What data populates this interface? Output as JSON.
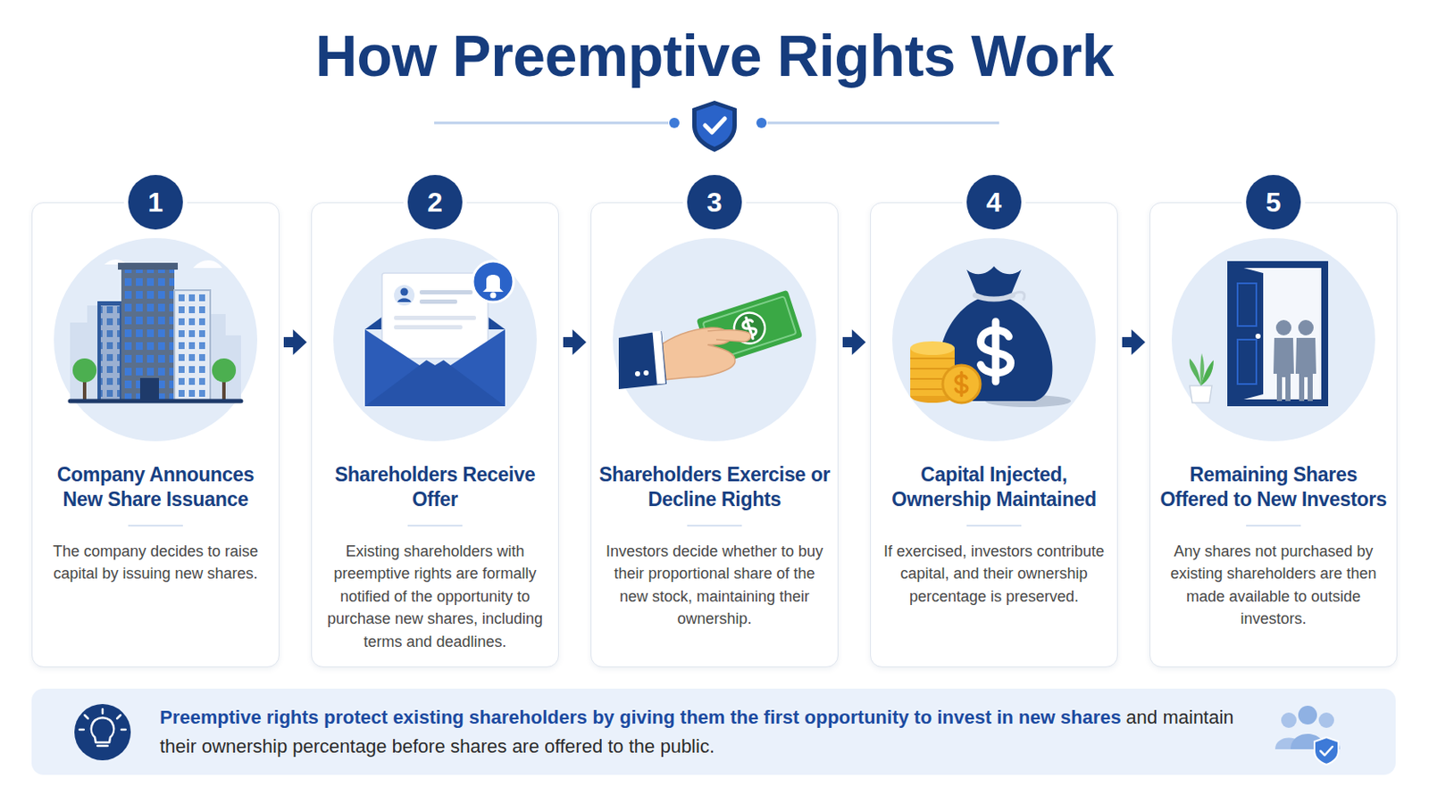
{
  "diagram": {
    "title": "How Preemptive Rights Work",
    "nodes": [
      {
        "text": [
          "1"
        ]
      },
      {
        "text": [
          "Company Announces New Share Issuance",
          "The company decides to raise capital by issuing new shares."
        ]
      },
      {
        "text": [
          "2"
        ]
      },
      {
        "text": [
          "Shareholders Receive Offer",
          "Existing shareholders with preemptive rights are formally notified of the opportunity to purchase new shares, including terms and deadlines."
        ]
      },
      {
        "text": [
          "3"
        ]
      },
      {
        "text": [
          "Shareholders Exercise or Decline Rights",
          "Investors decide whether to buy their proportional share of the new stock, maintaining their ownership."
        ]
      },
      {
        "text": [
          "4"
        ]
      },
      {
        "text": [
          "Capital Injected, Ownership Maintained",
          "If exercised, investors contribute capital, and their ownership percentage is preserved."
        ]
      },
      {
        "text": [
          "5"
        ]
      },
      {
        "text": [
          "Remaining Shares Offered to New Investors",
          "Any shares not purchased by existing shareholders are then made available to outside investors."
        ]
      },
      {
        "text": [
          "Preemptive rights protect existing shareholders by giving them the first opportunity to invest in new shares",
          "and maintain their ownership percentage before shares are offered to the public."
        ]
      }
    ],
    "edges": [
      {
        "from": 1,
        "to": 3,
        "arrow": "to"
      },
      {
        "from": 3,
        "to": 5,
        "arrow": "to"
      },
      {
        "from": 5,
        "to": 7,
        "arrow": "to"
      },
      {
        "from": 7,
        "to": 9,
        "arrow": "to"
      }
    ]
  }
}
